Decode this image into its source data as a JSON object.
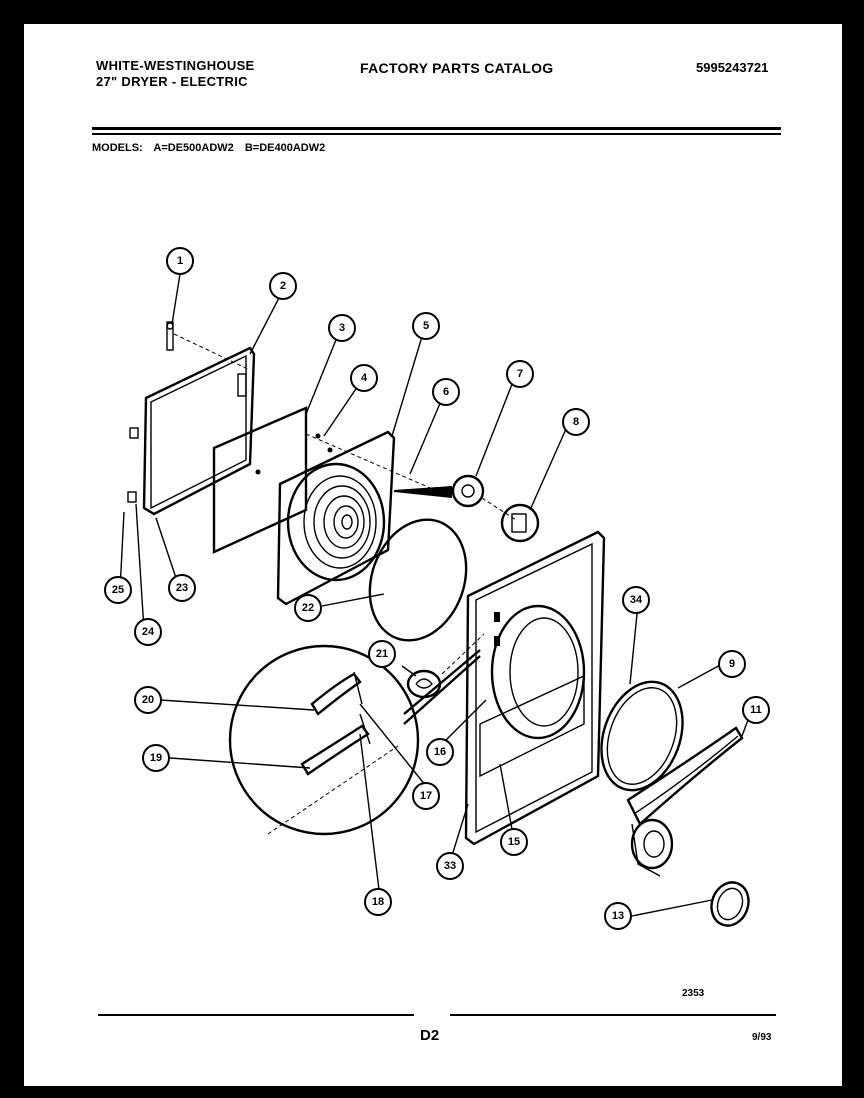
{
  "header": {
    "brand_line1": "WHITE-WESTINGHOUSE",
    "brand_line2": "27\" DRYER - ELECTRIC",
    "catalog_title": "FACTORY PARTS CATALOG",
    "part_number": "5995243721"
  },
  "models": {
    "label": "MODELS:",
    "model_a": "A=DE500ADW2",
    "model_b": "B=DE400ADW2"
  },
  "callouts": [
    "1",
    "2",
    "3",
    "4",
    "5",
    "6",
    "7",
    "8",
    "9",
    "11",
    "13",
    "15",
    "16",
    "17",
    "18",
    "19",
    "20",
    "21",
    "22",
    "23",
    "24",
    "25",
    "33",
    "34"
  ],
  "footer": {
    "drawing_number": "2353",
    "page": "D2",
    "date": "9/93"
  }
}
